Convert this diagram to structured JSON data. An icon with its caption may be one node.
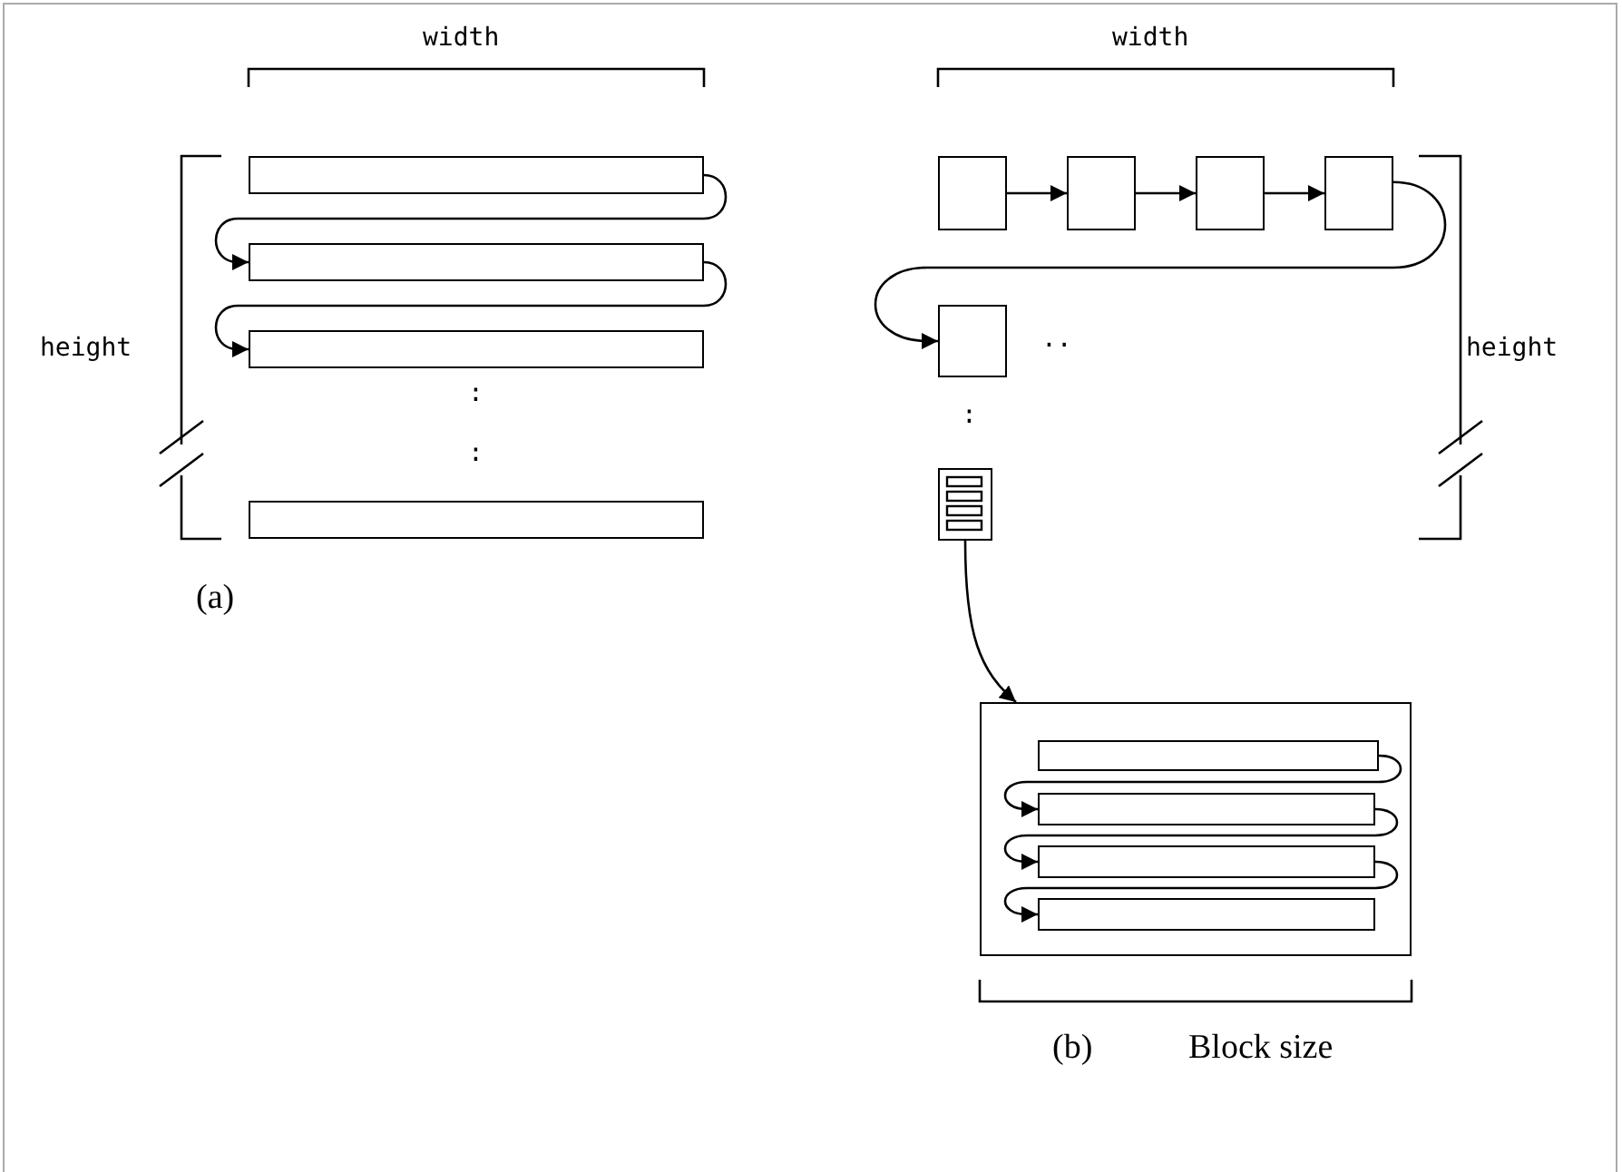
{
  "diagram": {
    "nodes": [
      {
        "text": [],
        "shape": "bar"
      },
      {
        "text": [],
        "shape": "bar"
      },
      {
        "text": [],
        "shape": "bar"
      },
      {
        "text": [],
        "shape": "bar"
      },
      {
        "text": [],
        "shape": "box"
      },
      {
        "text": [],
        "shape": "box"
      },
      {
        "text": [],
        "shape": "box"
      },
      {
        "text": [],
        "shape": "box"
      },
      {
        "text": [],
        "shape": "box"
      },
      {
        "text": [],
        "shape": "picture"
      },
      {
        "text": [],
        "shape": "box"
      },
      {
        "text": [],
        "shape": "bar",
        "in": 10
      },
      {
        "text": [],
        "shape": "bar",
        "in": 10
      },
      {
        "text": [],
        "shape": "bar",
        "in": 10
      },
      {
        "text": [],
        "shape": "bar",
        "in": 10
      }
    ],
    "edges": [
      {
        "from": 0,
        "to": 1,
        "arrow": "to"
      },
      {
        "from": 1,
        "to": 2,
        "arrow": "to"
      },
      {
        "from": 4,
        "to": 5,
        "arrow": "to"
      },
      {
        "from": 5,
        "to": 6,
        "arrow": "to"
      },
      {
        "from": 6,
        "to": 7,
        "arrow": "to"
      },
      {
        "from": 7,
        "to": 8,
        "arrow": "to"
      },
      {
        "from": 9,
        "to": 10,
        "arrow": "to"
      },
      {
        "from": 11,
        "to": 12,
        "arrow": "to"
      },
      {
        "from": 12,
        "to": 13,
        "arrow": "to"
      },
      {
        "from": 13,
        "to": 14,
        "arrow": "to"
      }
    ],
    "labels": [
      "width",
      "width",
      "height",
      ":",
      "height",
      "..",
      ":",
      ":",
      "(a)",
      "(b)",
      "Block size"
    ]
  }
}
